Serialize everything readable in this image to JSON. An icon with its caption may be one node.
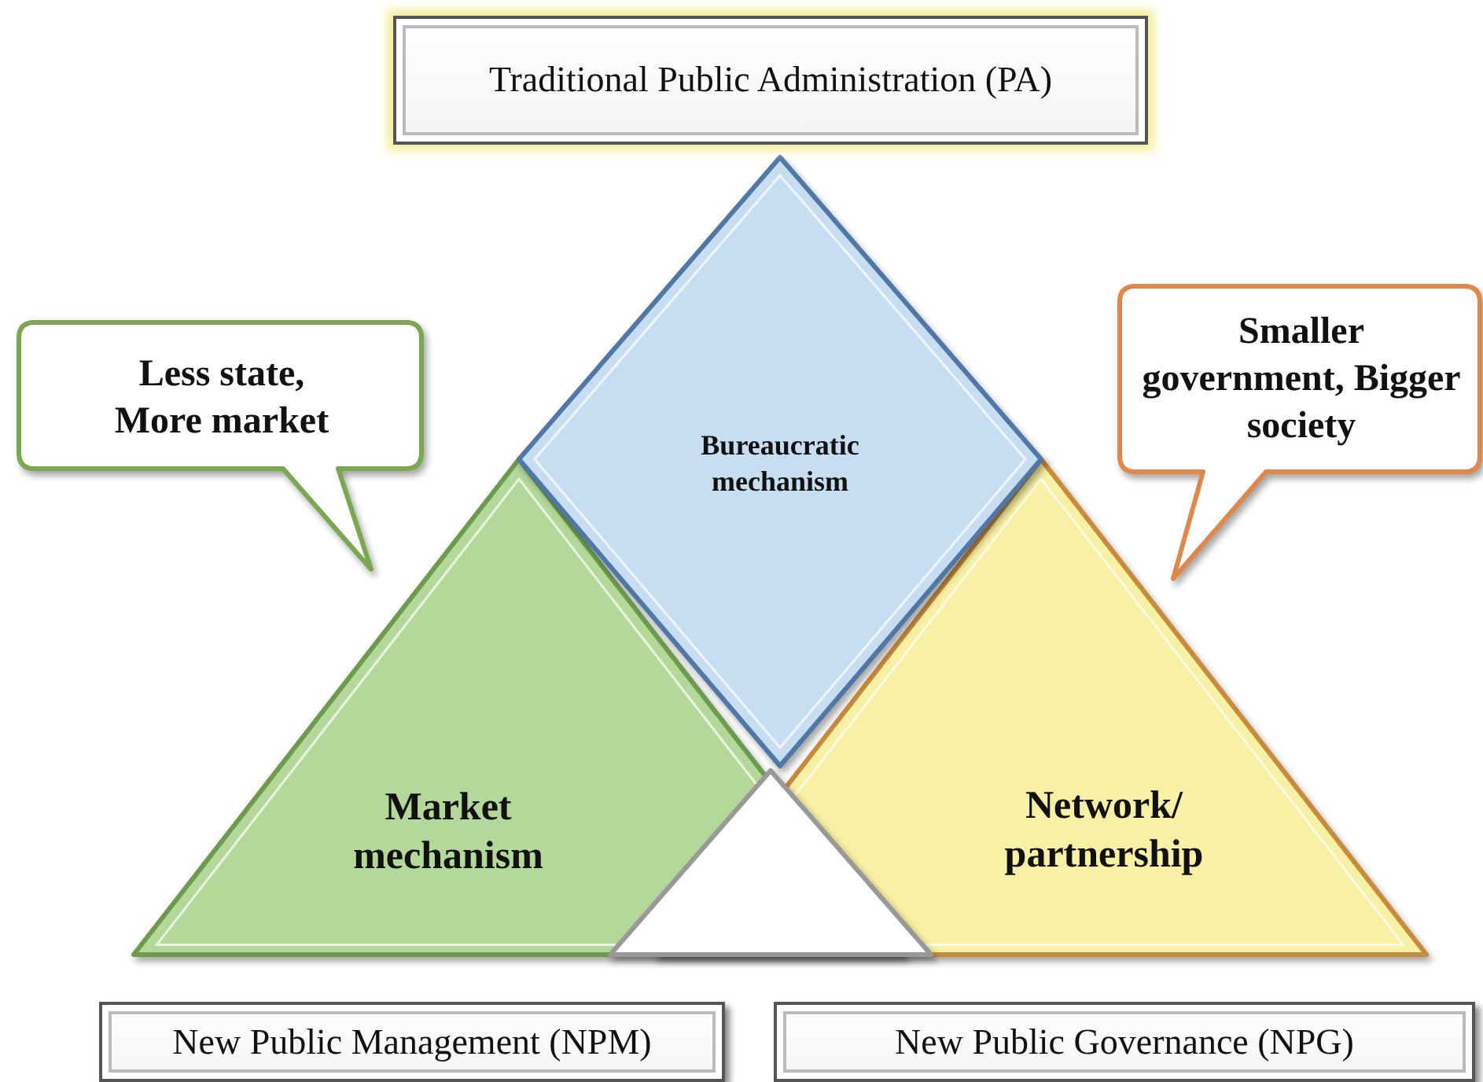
{
  "diagram": {
    "nodes": [
      {
        "text": [
          "Traditional Public Administration (PA)"
        ]
      },
      {
        "text": [
          "Less state, More market"
        ]
      },
      {
        "text": [
          "Smaller government, Bigger society"
        ]
      },
      {
        "text": [
          "Bureaucratic mechanism"
        ]
      },
      {
        "text": [
          "Market mechanism"
        ]
      },
      {
        "text": [
          "Network/ partnership"
        ]
      },
      {
        "text": [],
        "shape": "triangle"
      },
      {
        "text": [
          "New Public Management (NPM)"
        ]
      },
      {
        "text": [
          "New Public Governance (NPG)"
        ]
      }
    ]
  }
}
